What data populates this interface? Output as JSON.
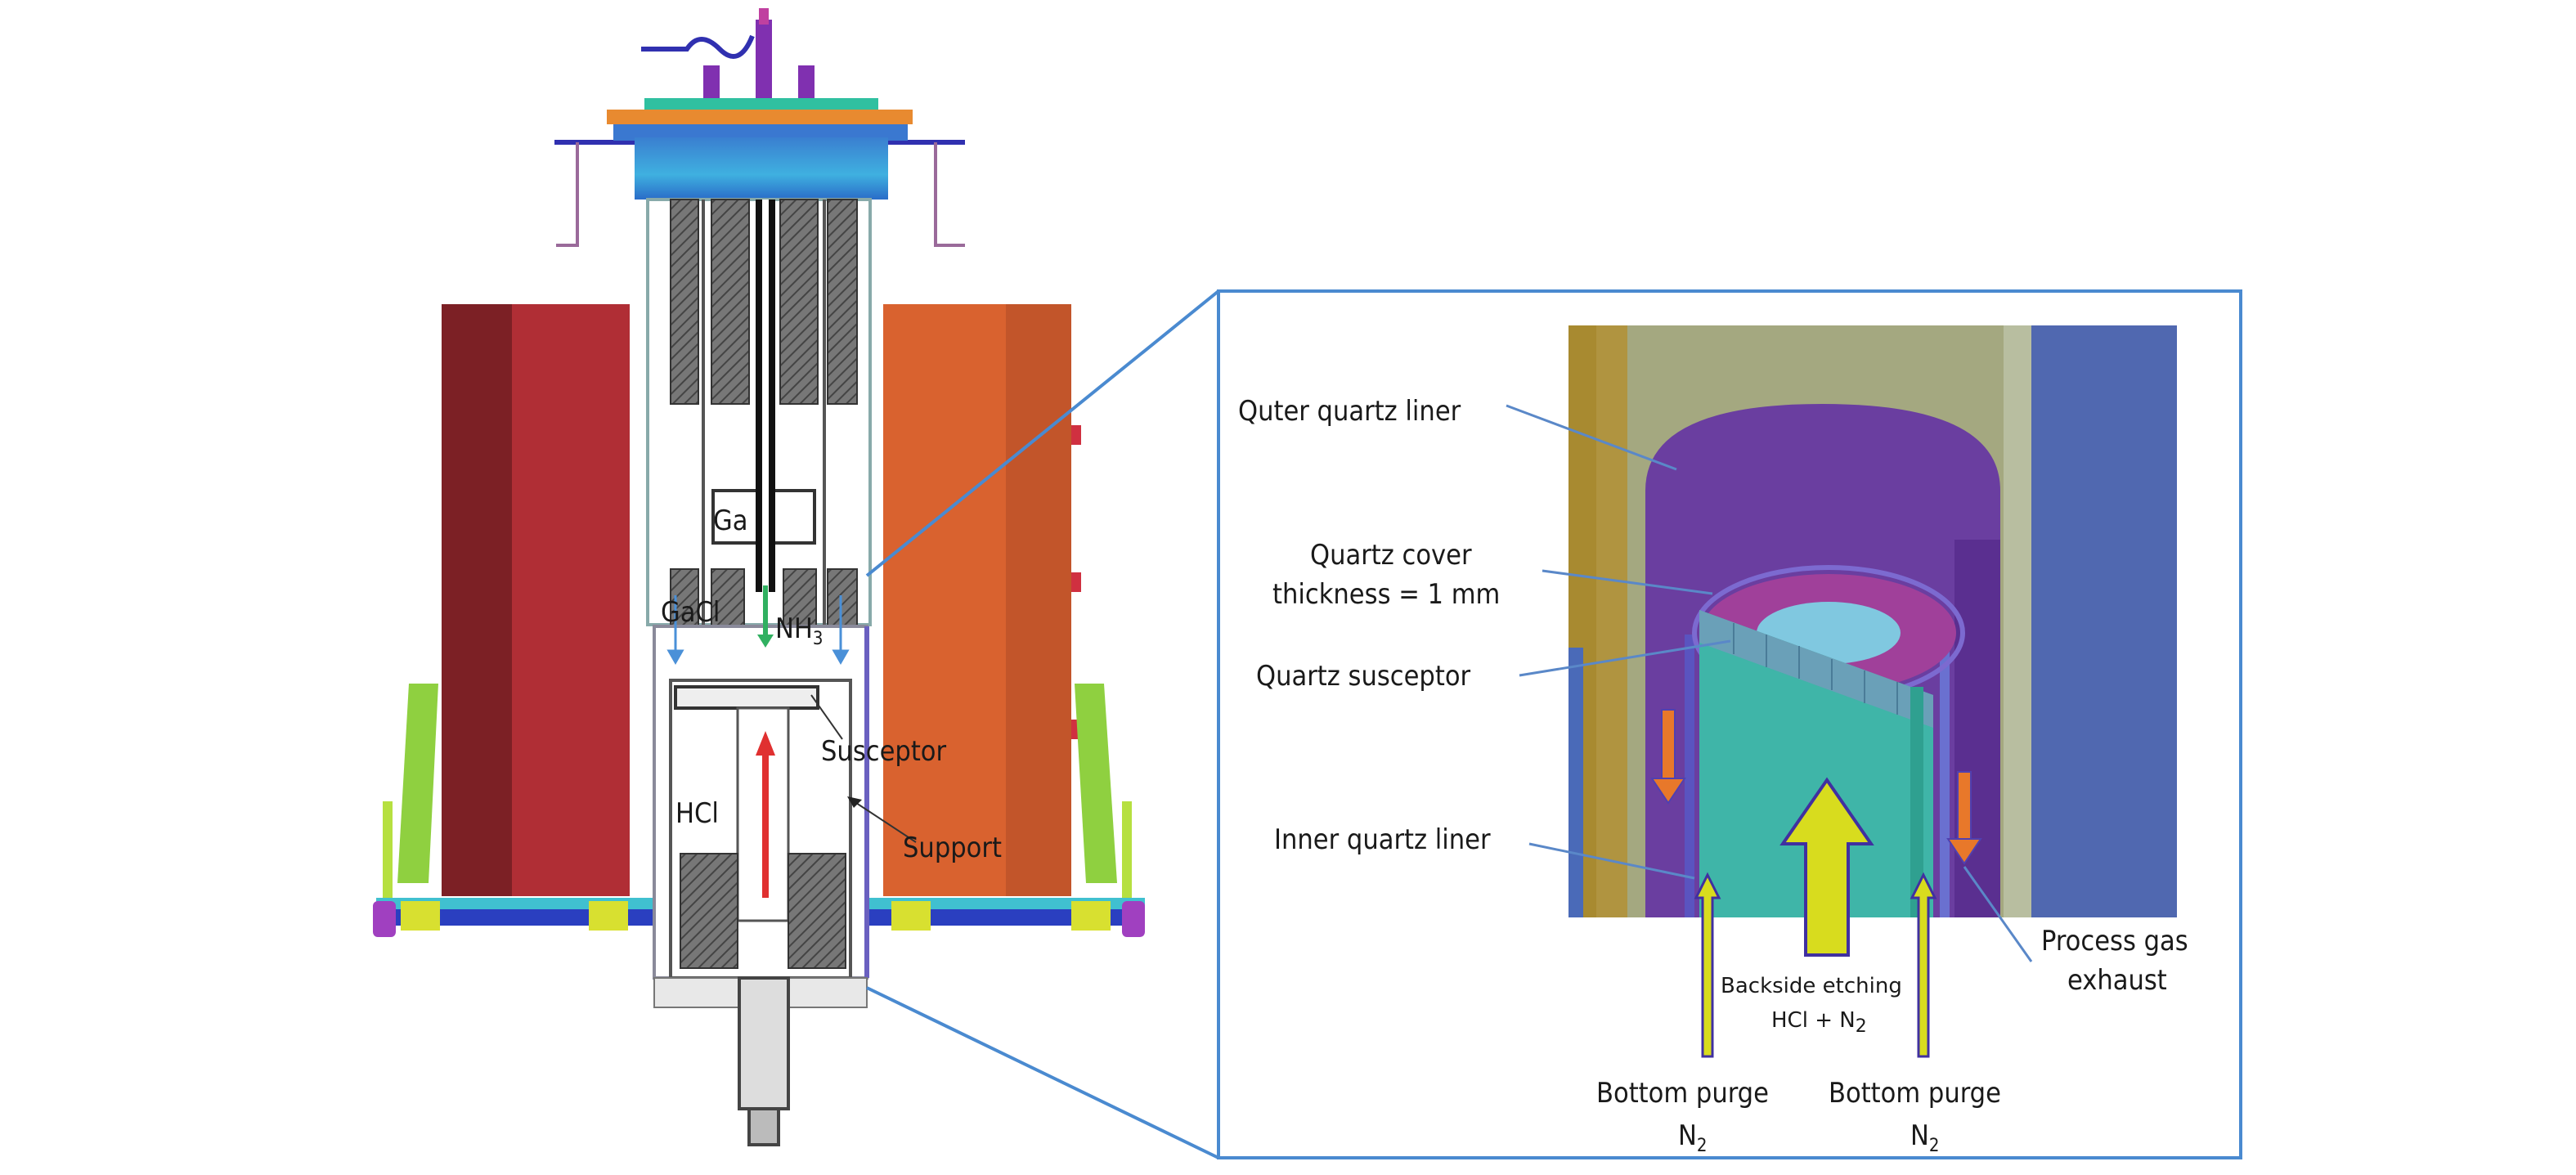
{
  "left_diagram": {
    "labels": {
      "ga": "Ga",
      "gacl": "GaCl",
      "nh3_main": "NH",
      "nh3_sub": "3",
      "susceptor": "Susceptor",
      "hcl": "HCl",
      "support": "Support"
    }
  },
  "detail_view": {
    "labels": {
      "outer_liner": "Quter quartz liner",
      "cover_line1": "Quartz cover",
      "cover_line2": "thickness = 1 mm",
      "susceptor": "Quartz susceptor",
      "inner_liner": "Inner quartz liner",
      "exhaust_line1": "Process gas",
      "exhaust_line2": "exhaust",
      "etch_line1": "Backside etching",
      "etch_line2_main": "HCl + N",
      "etch_line2_sub": "2",
      "purge_left_line1": "Bottom purge",
      "purge_left_main": "N",
      "purge_left_sub": "2",
      "purge_right_line1": "Bottom purge",
      "purge_right_main": "N",
      "purge_right_sub": "2"
    }
  },
  "colors": {
    "heater_left": "#b02e35",
    "heater_right": "#d9622f",
    "outer_liner": "#6a3ea0",
    "susceptor": "#3fb5a8",
    "cover": "#a0409a",
    "purge_arrow": "#d8dc1e",
    "exhaust_arrow": "#e8782a",
    "hcl_arrow": "#e03030",
    "zoom_frame": "#4a8ad0"
  }
}
